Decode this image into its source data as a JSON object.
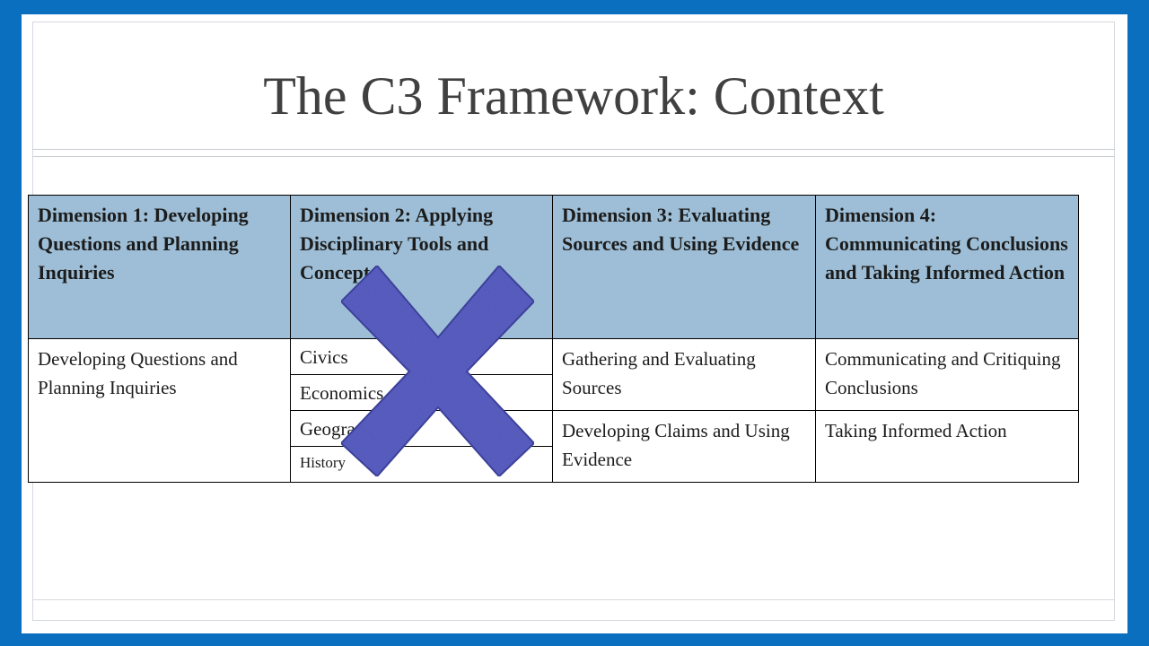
{
  "slide": {
    "title": "The C3 Framework: Context"
  },
  "table": {
    "headers": [
      "Dimension 1: Developing Questions and Planning Inquiries",
      "Dimension 2: Applying Disciplinary Tools and Concepts",
      "Dimension 3: Evaluating Sources and Using Evidence",
      "Dimension 4: Communicating Conclusions and Taking Informed Action"
    ],
    "dim1_cell": "Developing Questions and Planning Inquiries",
    "dim2_items": [
      "Civics",
      "Economics",
      "Geography",
      "History"
    ],
    "dim3_items": [
      "Gathering and Evaluating Sources",
      "Developing Claims and Using Evidence"
    ],
    "dim4_items": [
      "Communicating and Critiquing Conclusions",
      "Taking Informed Action"
    ]
  },
  "overlay": {
    "icon": "x-mark-icon",
    "color": "#5a5fc4"
  },
  "colors": {
    "frame": "#0b6fc0",
    "header_fill": "#9dbed6",
    "title_text": "#404040"
  }
}
